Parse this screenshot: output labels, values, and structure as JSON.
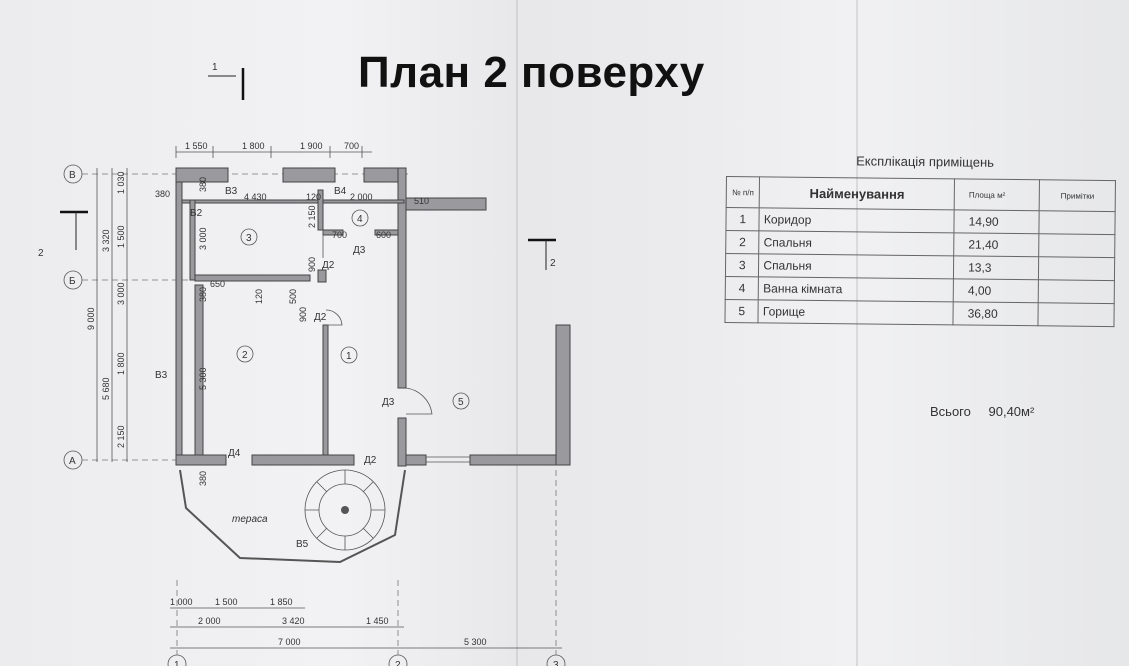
{
  "title": "План 2 поверху",
  "schedule": {
    "caption": "Експлікація приміщень",
    "headers": [
      "№ п/п",
      "Найменування",
      "Площа м²",
      "Примітки"
    ]
  },
  "rooms": [
    {
      "number": "1",
      "name": "Коридор",
      "area": "14,90"
    },
    {
      "number": "2",
      "name": "Спальня",
      "area": "21,40"
    },
    {
      "number": "3",
      "name": "Спальня",
      "area": "13,3"
    },
    {
      "number": "4",
      "name": "Ванна кімната",
      "area": "4,00"
    },
    {
      "number": "5",
      "name": "Горище",
      "area": "36,80"
    }
  ],
  "total": {
    "label": "Всього",
    "value": "90,40м²"
  },
  "plan": {
    "axes": {
      "row_top": "В",
      "row_mid": "Б",
      "row_bottom": "А",
      "col_1": "1",
      "col_2": "2",
      "col_3": "3"
    },
    "section_marks": [
      "1",
      "2",
      "2"
    ],
    "terrace_label": "тераса",
    "codes": [
      "В3",
      "В4",
      "В2",
      "Д3",
      "Д2",
      "Д2",
      "В3",
      "Д3",
      "Д4",
      "Д2",
      "В5"
    ],
    "dimensions": {
      "top": [
        "1 550",
        "1 800",
        "1 900",
        "700"
      ],
      "left": [
        "9 000",
        "3 320",
        "5 680",
        "1 030",
        "1 500",
        "3 000",
        "1 800",
        "2 150"
      ],
      "inner": [
        "380",
        "4 430",
        "120",
        "2 000",
        "510",
        "700",
        "600",
        "3 000",
        "2 150",
        "900",
        "650",
        "500",
        "5 300"
      ],
      "bottom": [
        "1 000",
        "1 500",
        "1 850",
        "2 000",
        "3 420",
        "1 450",
        "7 000",
        "5 300"
      ]
    }
  }
}
